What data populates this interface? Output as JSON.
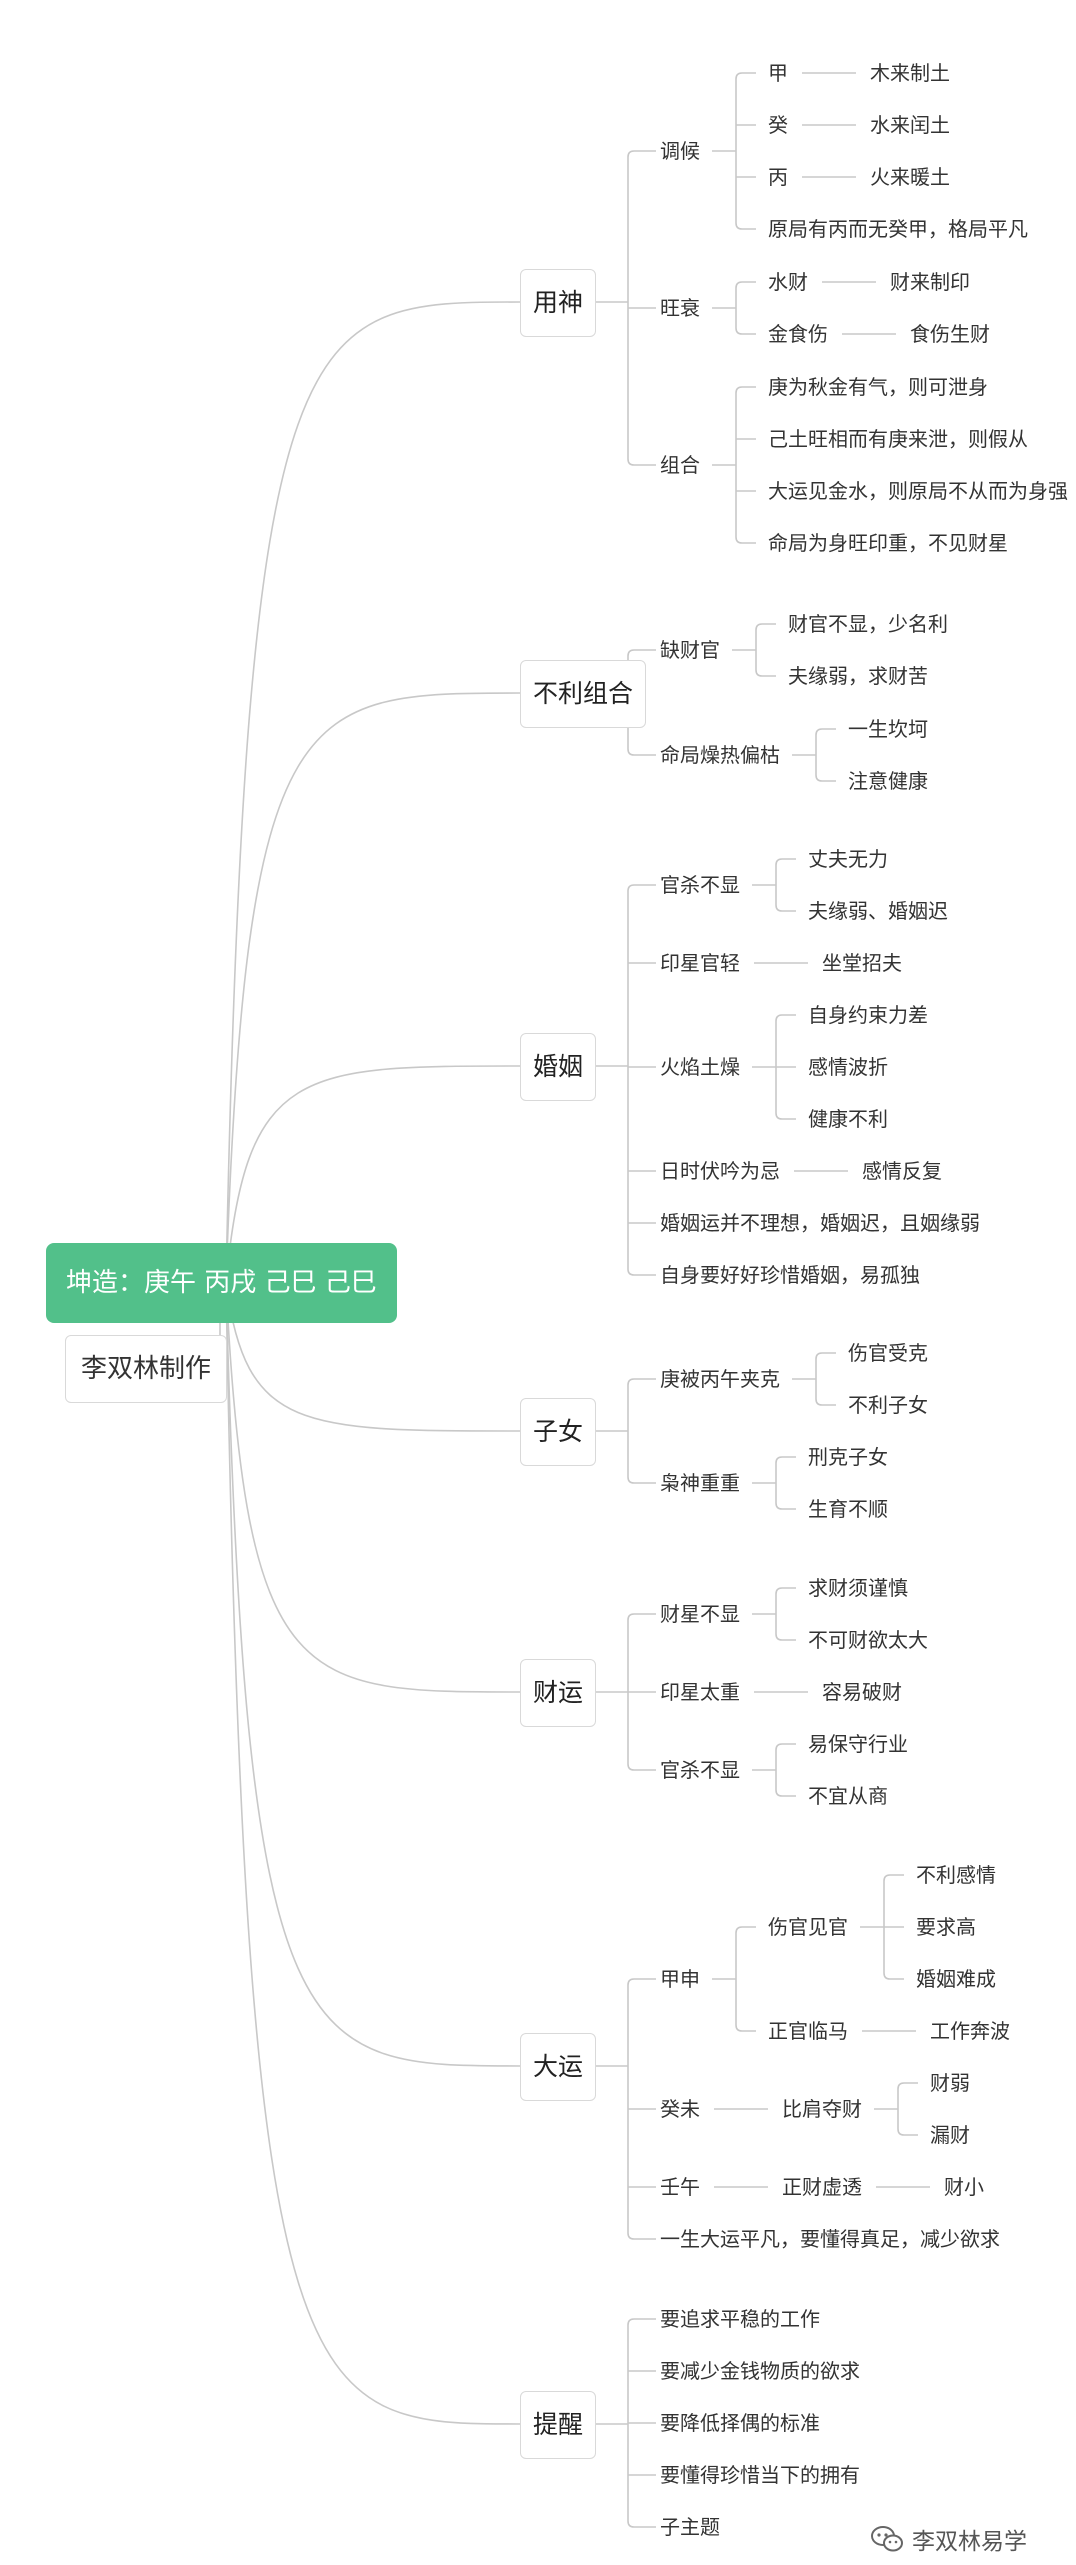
{
  "root": {
    "label": "坤造：庚午 丙戌 己巳 己巳",
    "maker": "李双林制作"
  },
  "watermark": {
    "text": "李双林易学",
    "icon": "wechat-icon"
  },
  "colors": {
    "root_bg": "#52c08a",
    "line": "#c8c8c8"
  },
  "branches": [
    {
      "label": "用神",
      "children": [
        {
          "label": "调候",
          "children": [
            {
              "label": "甲",
              "children": [
                {
                  "label": "木来制土"
                }
              ]
            },
            {
              "label": "癸",
              "children": [
                {
                  "label": "水来闰土"
                }
              ]
            },
            {
              "label": "丙",
              "children": [
                {
                  "label": "火来暖土"
                }
              ]
            },
            {
              "label": "原局有丙而无癸甲，格局平凡"
            }
          ]
        },
        {
          "label": "旺衰",
          "children": [
            {
              "label": "水财",
              "children": [
                {
                  "label": "财来制印"
                }
              ]
            },
            {
              "label": "金食伤",
              "children": [
                {
                  "label": "食伤生财"
                }
              ]
            }
          ]
        },
        {
          "label": "组合",
          "children": [
            {
              "label": "庚为秋金有气，则可泄身"
            },
            {
              "label": "己土旺相而有庚来泄，则假从"
            },
            {
              "label": "大运见金水，则原局不从而为身强"
            },
            {
              "label": "命局为身旺印重，不见财星"
            }
          ]
        }
      ]
    },
    {
      "label": "不利组合",
      "children": [
        {
          "label": "缺财官",
          "children": [
            {
              "label": "财官不显，少名利"
            },
            {
              "label": "夫缘弱，求财苦"
            }
          ]
        },
        {
          "label": "命局燥热偏枯",
          "children": [
            {
              "label": "一生坎坷"
            },
            {
              "label": "注意健康"
            }
          ]
        }
      ]
    },
    {
      "label": "婚姻",
      "children": [
        {
          "label": "官杀不显",
          "children": [
            {
              "label": "丈夫无力"
            },
            {
              "label": "夫缘弱、婚姻迟"
            }
          ]
        },
        {
          "label": "印星官轻",
          "children": [
            {
              "label": "坐堂招夫"
            }
          ]
        },
        {
          "label": "火焰土燥",
          "children": [
            {
              "label": "自身约束力差"
            },
            {
              "label": "感情波折"
            },
            {
              "label": "健康不利"
            }
          ]
        },
        {
          "label": "日时伏吟为忌",
          "children": [
            {
              "label": "感情反复"
            }
          ]
        },
        {
          "label": "婚姻运并不理想，婚姻迟，且姻缘弱"
        },
        {
          "label": "自身要好好珍惜婚姻，易孤独"
        }
      ]
    },
    {
      "label": "子女",
      "children": [
        {
          "label": "庚被丙午夹克",
          "children": [
            {
              "label": "伤官受克"
            },
            {
              "label": "不利子女"
            }
          ]
        },
        {
          "label": "枭神重重",
          "children": [
            {
              "label": "刑克子女"
            },
            {
              "label": "生育不顺"
            }
          ]
        }
      ]
    },
    {
      "label": "财运",
      "children": [
        {
          "label": "财星不显",
          "children": [
            {
              "label": "求财须谨慎"
            },
            {
              "label": "不可财欲太大"
            }
          ]
        },
        {
          "label": "印星太重",
          "children": [
            {
              "label": "容易破财"
            }
          ]
        },
        {
          "label": "官杀不显",
          "children": [
            {
              "label": "易保守行业"
            },
            {
              "label": "不宜从商"
            }
          ]
        }
      ]
    },
    {
      "label": "大运",
      "children": [
        {
          "label": "甲申",
          "children": [
            {
              "label": "伤官见官",
              "children": [
                {
                  "label": "不利感情"
                },
                {
                  "label": "要求高"
                },
                {
                  "label": "婚姻难成"
                }
              ]
            },
            {
              "label": "正官临马",
              "children": [
                {
                  "label": "工作奔波"
                }
              ]
            }
          ]
        },
        {
          "label": "癸未",
          "children": [
            {
              "label": "比肩夺财",
              "children": [
                {
                  "label": "财弱"
                },
                {
                  "label": "漏财"
                }
              ]
            }
          ]
        },
        {
          "label": "壬午",
          "children": [
            {
              "label": "正财虚透",
              "children": [
                {
                  "label": "财小"
                }
              ]
            }
          ]
        },
        {
          "label": "一生大运平凡，要懂得真足，减少欲求"
        }
      ]
    },
    {
      "label": "提醒",
      "children": [
        {
          "label": "要追求平稳的工作"
        },
        {
          "label": "要减少金钱物质的欲求"
        },
        {
          "label": "要降低择偶的标准"
        },
        {
          "label": "要懂得珍惜当下的拥有"
        },
        {
          "label": "子主题"
        }
      ]
    }
  ]
}
